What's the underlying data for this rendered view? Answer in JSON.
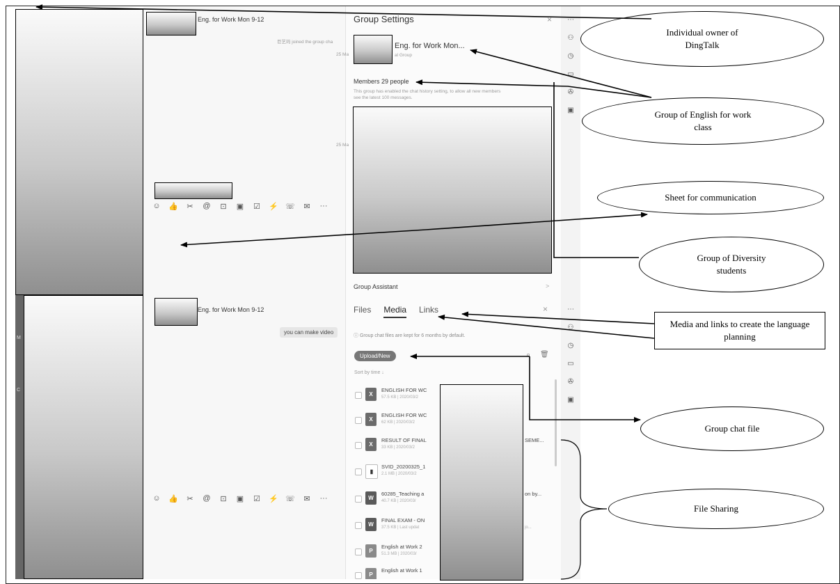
{
  "top_screenshot": {
    "chat_title": "Eng. for Work Mon 9-12",
    "system_message": "巨艺玛 joined the group cha",
    "date_1": "25 Ma",
    "date_2": "25 Ma",
    "toolbar_icons": [
      "☺",
      "👍",
      "✂",
      "@",
      "⊡",
      "▣",
      "☑",
      "⚡",
      "☏",
      "✉",
      "···"
    ],
    "settings": {
      "title": "Group Settings",
      "close": "×",
      "group_name": "Eng. for Work Mon...",
      "group_type": "al Group",
      "members_label": "Members 29 people",
      "history_note_1": "This group has enabled the chat history setting, to allow all new members",
      "history_note_2": "see the latest 100 messages.",
      "assistant_label": "Group Assistant",
      "assistant_chevron": ">"
    },
    "rail_icons": [
      "⋯",
      "⚇",
      "◷",
      "▭",
      "✇",
      "▣"
    ]
  },
  "bottom_screenshot": {
    "chat_title": "Eng. for Work Mon 9-12",
    "bubble_text": "you can make video",
    "side_letter_1": "M",
    "side_letter_2": "C",
    "toolbar_icons": [
      "☺",
      "👍",
      "✂",
      "@",
      "⊡",
      "▣",
      "☑",
      "⚡",
      "☏",
      "✉",
      "···"
    ],
    "tabs": [
      "Files",
      "Media",
      "Links"
    ],
    "close": "×",
    "retention_note": "ⓘ Group chat files are kept for 6 months by default.",
    "upload_button": "Upload/New",
    "sort_label": "Sort by time ↓",
    "search_icon": "⌕",
    "trash_icon": "🗑",
    "rail_icons": [
      "⋯",
      "⚇",
      "◷",
      "▭",
      "✇",
      "▣"
    ],
    "files": [
      {
        "name": "ENGLISH FOR WC",
        "meta": "57.5 KB | 2020/03/2",
        "type": "X",
        "color": "#6b6b6b"
      },
      {
        "name": "ENGLISH FOR WC",
        "meta": "62 KB | 2020/03/2",
        "type": "X",
        "color": "#6b6b6b"
      },
      {
        "name": "RESULT OF FINAL",
        "suffix": "SEME...",
        "meta": "33 KB | 2020/03/2",
        "type": "X",
        "color": "#6b6b6b"
      },
      {
        "name": "SVID_20200325_1",
        "meta": "2.1 MB | 2020/03/2",
        "type": "▮",
        "color": "#333333"
      },
      {
        "name": "60285_Teaching a",
        "suffix": "on by...",
        "meta": "40.7 KB | 2020/03/",
        "type": "W",
        "color": "#5a5a5a"
      },
      {
        "name": "FINAL EXAM - ON",
        "suffix": "jo...",
        "meta": "37.5 KB | Last updat",
        "type": "W",
        "color": "#5a5a5a"
      },
      {
        "name": "English at Work 2",
        "meta": "51.3 MB | 2020/03/",
        "type": "P",
        "color": "#8a8a8a"
      },
      {
        "name": "English at Work 1",
        "meta": "",
        "type": "P",
        "color": "#8a8a8a"
      }
    ]
  },
  "annotations": {
    "individual_owner": "Individual owner of DingTalk",
    "group_english": "Group of English for work class",
    "sheet_communication": "Sheet for communication",
    "group_diversity": "Group of Diversity students",
    "media_links": "Media and links to create the language planning",
    "group_chat_file": "Group chat file",
    "file_sharing": "File Sharing"
  }
}
